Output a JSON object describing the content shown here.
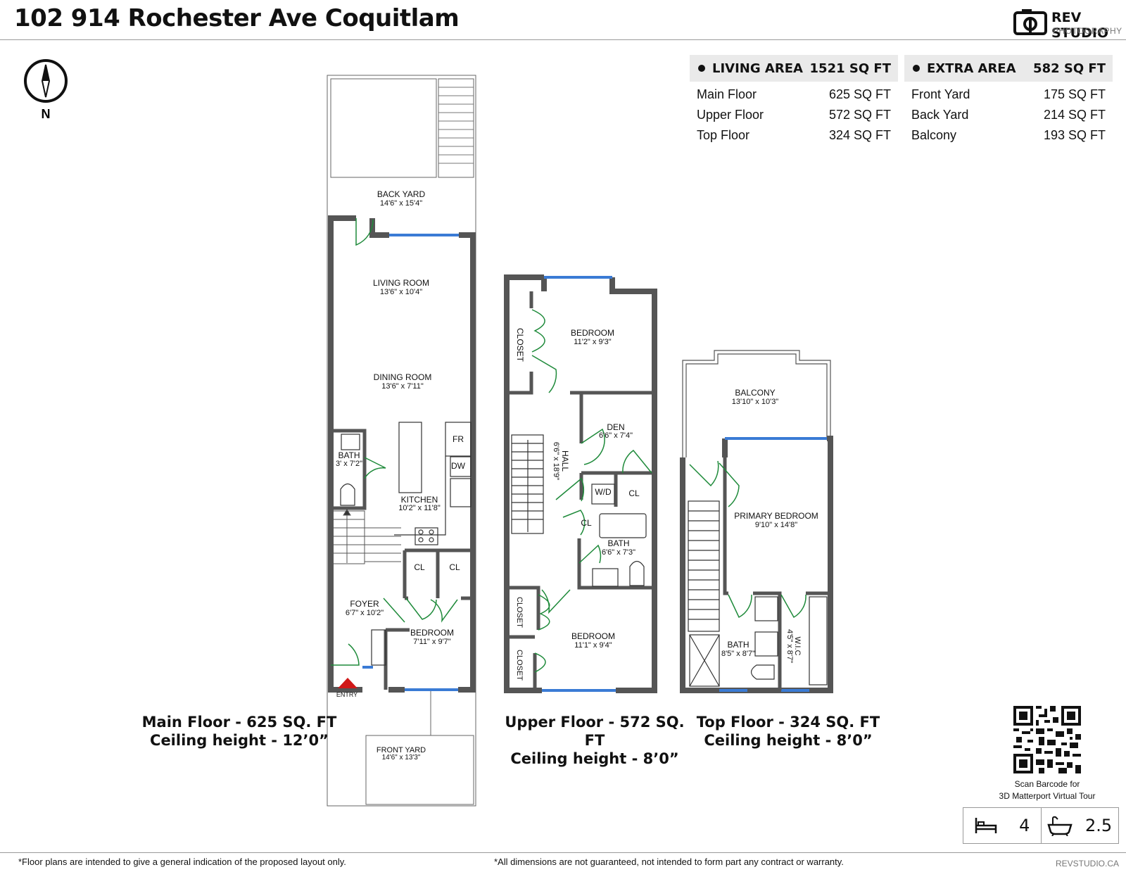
{
  "header": {
    "title": "102 914 Rochester Ave Coquitlam",
    "logo_name": "REV STUDIO",
    "logo_sub": "PHOTOGRAPHY"
  },
  "compass": {
    "label": "N"
  },
  "living_area": {
    "label": "LIVING AREA",
    "total": "1521 SQ FT",
    "rows": [
      {
        "name": "Main Floor",
        "value": "625 SQ FT"
      },
      {
        "name": "Upper Floor",
        "value": "572 SQ FT"
      },
      {
        "name": "Top Floor",
        "value": "324 SQ FT"
      }
    ]
  },
  "extra_area": {
    "label": "EXTRA AREA",
    "total": "582 SQ FT",
    "rows": [
      {
        "name": "Front Yard",
        "value": "175 SQ FT"
      },
      {
        "name": "Back Yard",
        "value": "214 SQ FT"
      },
      {
        "name": "Balcony",
        "value": "193 SQ FT"
      }
    ]
  },
  "main_floor": {
    "caption_1": "Main Floor - 625 SQ. FT",
    "caption_2": "Ceiling height - 12’0”",
    "rooms": {
      "back_yard": "BACK YARD",
      "back_yard_dim": "14'6\" x 15'4\"",
      "living_room": "LIVING ROOM",
      "living_room_dim": "13'6\" x 10'4\"",
      "dining_room": "DINING ROOM",
      "dining_room_dim": "13'6\" x 7'11\"",
      "bath": "BATH",
      "bath_dim": "3' x 7'2\"",
      "fr": "FR",
      "dw": "DW",
      "kitchen": "KITCHEN",
      "kitchen_dim": "10'2\" x 11'8\"",
      "cl_1": "CL",
      "cl_2": "CL",
      "foyer": "FOYER",
      "foyer_dim": "6'7\" x 10'2\"",
      "bedroom": "BEDROOM",
      "bedroom_dim": "7'11\" x 9'7\"",
      "entry": "ENTRY",
      "front_yard": "FRONT YARD",
      "front_yard_dim": "14'6\" x 13'3\""
    }
  },
  "upper_floor": {
    "caption_1": "Upper Floor - 572 SQ. FT",
    "caption_2": "Ceiling height - 8’0”",
    "rooms": {
      "closet_1": "CLOSET",
      "bedroom_1": "BEDROOM",
      "bedroom_1_dim": "11'2\" x 9'3\"",
      "den": "DEN",
      "den_dim": "6'6\" x 7'4\"",
      "hall": "HALL",
      "hall_dim": "6'6\" x 18'9\"",
      "wd": "W/D",
      "cl_1": "CL",
      "cl_2": "CL",
      "bath": "BATH",
      "bath_dim": "6'6\" x 7'3\"",
      "closet_2": "CLOSET",
      "closet_3": "CLOSET",
      "bedroom_2": "BEDROOM",
      "bedroom_2_dim": "11'1\" x 9'4\""
    }
  },
  "top_floor": {
    "caption_1": "Top Floor - 324 SQ. FT",
    "caption_2": "Ceiling height - 8’0”",
    "rooms": {
      "balcony": "BALCONY",
      "balcony_dim": "13'10\" x 10'3\"",
      "primary_bedroom": "PRIMARY BEDROOM",
      "primary_bedroom_dim": "9'10\" x 14'8\"",
      "bath": "BATH",
      "bath_dim": "8'5\" x 8'7\"",
      "wic": "W.I.C",
      "wic_dim": "4'5\" x 8'7\""
    }
  },
  "qr": {
    "caption_1": "Scan Barcode for",
    "caption_2": "3D Matterport Virtual Tour"
  },
  "counts": {
    "bedrooms": "4",
    "bathrooms": "2.5"
  },
  "footer": {
    "left": "*Floor plans are intended to give a general indication of the proposed layout only.",
    "center": "*All dimensions are not guaranteed, not intended to form part any contract or warranty.",
    "url": "REVSTUDIO.CA"
  }
}
